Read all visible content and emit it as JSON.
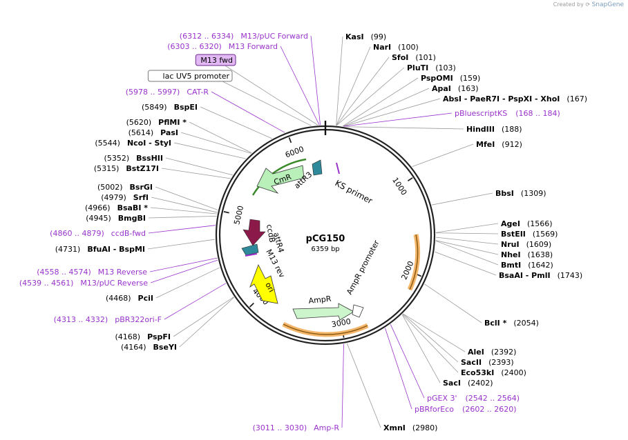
{
  "credit": {
    "prefix": "Created by",
    "brand": "SnapGene"
  },
  "plasmid": {
    "name": "pCG150",
    "length_label": "6359 bp",
    "length": 6359
  },
  "ticks": [
    "1000",
    "2000",
    "3000",
    "4000",
    "5000",
    "6000"
  ],
  "features": [
    {
      "name": "CmR",
      "color": "#b9efb9"
    },
    {
      "name": "attR3",
      "color": "#2e8a9a"
    },
    {
      "name": "KS primer",
      "color": "#9933cc"
    },
    {
      "name": "ccdB",
      "color": "#8b1a4a"
    },
    {
      "name": "attR4",
      "color": "#2e8a9a"
    },
    {
      "name": "M13 rev",
      "color": "#9933cc"
    },
    {
      "name": "ori",
      "color": "#ffff00"
    },
    {
      "name": "AmpR",
      "color": "#ccf5cc"
    },
    {
      "name": "AmpR promoter",
      "color": "#ffffff"
    }
  ],
  "right_labels": [
    {
      "enz": "KasI",
      "pos": "(99)"
    },
    {
      "enz": "NarI",
      "pos": "(100)"
    },
    {
      "enz": "SfoI",
      "pos": "(101)"
    },
    {
      "enz": "PluTI",
      "pos": "(103)"
    },
    {
      "enz": "PspOMI",
      "pos": "(159)"
    },
    {
      "enz": "ApaI",
      "pos": "(163)"
    },
    {
      "enz": "AbsI  - PaeR7I  - PspXI  - XhoI",
      "pos": "(167)"
    },
    {
      "primer": "pBluescriptKS",
      "range": "(168 .. 184)"
    },
    {
      "enz": "HindIII",
      "pos": "(188)"
    },
    {
      "enz": "MfeI",
      "pos": "(912)"
    },
    {
      "enz": "BbsI",
      "pos": "(1309)"
    },
    {
      "enz": "AgeI",
      "pos": "(1566)"
    },
    {
      "enz": "BstEII",
      "pos": "(1569)"
    },
    {
      "enz": "NruI",
      "pos": "(1609)"
    },
    {
      "enz": "NheI",
      "pos": "(1638)"
    },
    {
      "enz": "BmtI",
      "pos": "(1642)"
    },
    {
      "enz": "BsaAI  - PmlI",
      "pos": "(1743)"
    },
    {
      "enz": "BclI *",
      "pos": "(2054)"
    },
    {
      "enz": "AleI",
      "pos": "(2392)"
    },
    {
      "enz": "SacII",
      "pos": "(2393)"
    },
    {
      "enz": "Eco53kI",
      "pos": "(2400)"
    },
    {
      "enz": "SacI",
      "pos": "(2402)"
    },
    {
      "primer": "pGEX 3'",
      "range": "(2542 .. 2564)"
    },
    {
      "primer": "pBRforEco",
      "range": "(2602 .. 2620)"
    },
    {
      "enz": "XmnI",
      "pos": "(2980)"
    }
  ],
  "left_labels": [
    {
      "primer": "M13/pUC Forward",
      "range": "(6312 .. 6334)"
    },
    {
      "primer": "M13 Forward",
      "range": "(6303 .. 6320)"
    },
    {
      "box": "M13 fwd"
    },
    {
      "box": "lac UV5 promoter"
    },
    {
      "primer": "CAT-R",
      "range": "(5978 .. 5997)"
    },
    {
      "enz": "BspEI",
      "pos": "(5849)"
    },
    {
      "enz": "PflMI *",
      "pos": "(5620)"
    },
    {
      "enz": "PasI",
      "pos": "(5614)"
    },
    {
      "enz": "NcoI  - StyI",
      "pos": "(5544)"
    },
    {
      "enz": "BssHII",
      "pos": "(5352)"
    },
    {
      "enz": "BstZ17I",
      "pos": "(5315)"
    },
    {
      "enz": "BsrGI",
      "pos": "(5002)"
    },
    {
      "enz": "SrfI",
      "pos": "(4979)"
    },
    {
      "enz": "BsaBI *",
      "pos": "(4966)"
    },
    {
      "enz": "BmgBI",
      "pos": "(4945)"
    },
    {
      "primer": "ccdB-fwd",
      "range": "(4860 .. 4879)"
    },
    {
      "enz": "BfuAI  - BspMI",
      "pos": "(4731)"
    },
    {
      "primer": "M13 Reverse",
      "range": "(4558 .. 4574)"
    },
    {
      "primer": "M13/pUC Reverse",
      "range": "(4539 .. 4561)"
    },
    {
      "enz": "PciI",
      "pos": "(4468)"
    },
    {
      "primer": "pBR322ori-F",
      "range": "(4313 .. 4332)"
    },
    {
      "enz": "PspFI",
      "pos": "(4168)"
    },
    {
      "enz": "BseYI",
      "pos": "(4164)"
    },
    {
      "primer": "Amp-R",
      "range": "(3011 .. 3030)"
    }
  ]
}
